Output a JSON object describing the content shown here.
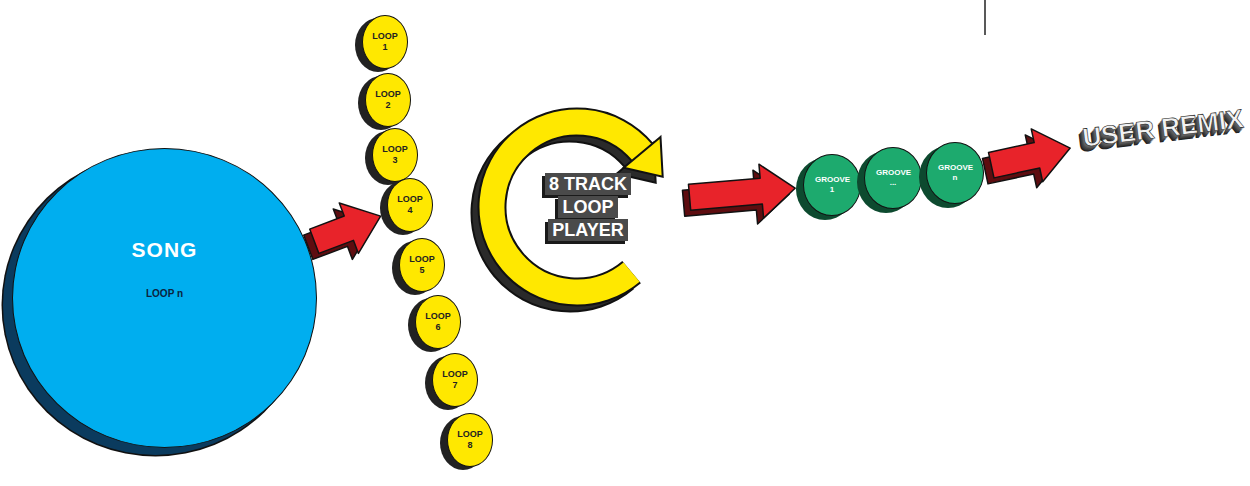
{
  "diagram": {
    "nodes": [
      {
        "text": [
          "SONG",
          "LOOP n"
        ]
      },
      {
        "text": [
          "LOOP 1"
        ]
      },
      {
        "text": [
          "LOOP 2"
        ]
      },
      {
        "text": [
          "LOOP 3"
        ]
      },
      {
        "text": [
          "LOOP 4"
        ]
      },
      {
        "text": [
          "LOOP 5"
        ]
      },
      {
        "text": [
          "LOOP 6"
        ]
      },
      {
        "text": [
          "LOOP 7"
        ]
      },
      {
        "text": [
          "LOOP 8"
        ]
      },
      {
        "text": [
          "8 TRACK LOOP PLAYER"
        ]
      },
      {
        "text": [
          "GROOVE 1"
        ]
      },
      {
        "text": [
          "GROOVE ..."
        ]
      },
      {
        "text": [
          "GROOVE n"
        ]
      },
      {
        "text": [
          "USER REMIX"
        ]
      }
    ],
    "edges": [
      {
        "from": 0,
        "to": 4,
        "arrow": "to"
      },
      {
        "from": 9,
        "to": 10,
        "arrow": "to"
      },
      {
        "from": 12,
        "to": 13,
        "arrow": "to"
      }
    ]
  }
}
